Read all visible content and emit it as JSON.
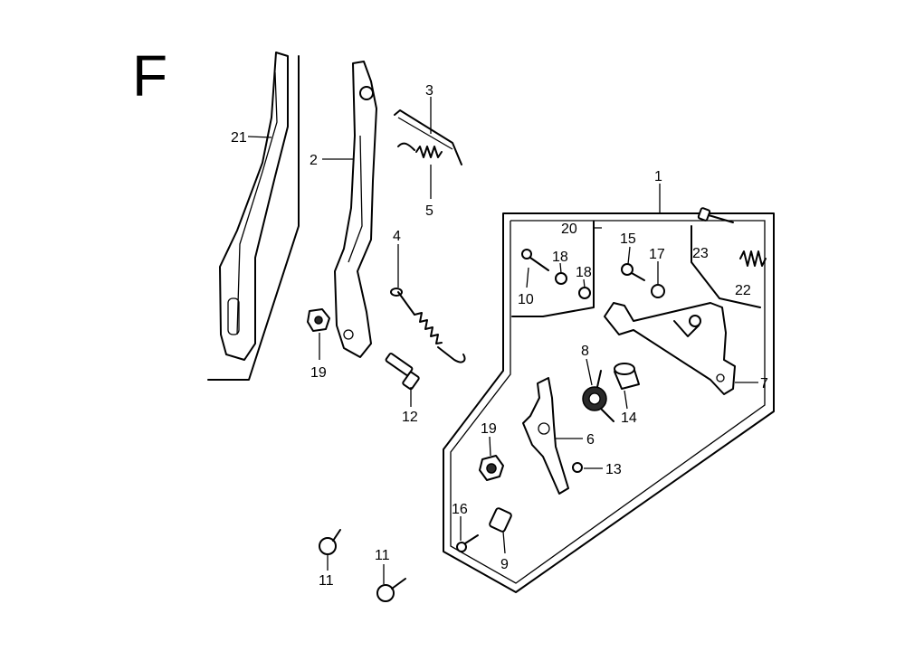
{
  "section_letter": "F",
  "callouts": [
    {
      "id": "c21",
      "text": "21"
    },
    {
      "id": "c2",
      "text": "2"
    },
    {
      "id": "c3",
      "text": "3"
    },
    {
      "id": "c5",
      "text": "5"
    },
    {
      "id": "c4",
      "text": "4"
    },
    {
      "id": "c19a",
      "text": "19"
    },
    {
      "id": "c12",
      "text": "12"
    },
    {
      "id": "c1",
      "text": "1"
    },
    {
      "id": "c20",
      "text": "20"
    },
    {
      "id": "c15",
      "text": "15"
    },
    {
      "id": "c17",
      "text": "17"
    },
    {
      "id": "c23",
      "text": "23"
    },
    {
      "id": "c22",
      "text": "22"
    },
    {
      "id": "c18a",
      "text": "18"
    },
    {
      "id": "c18b",
      "text": "18"
    },
    {
      "id": "c10",
      "text": "10"
    },
    {
      "id": "c8",
      "text": "8"
    },
    {
      "id": "c7",
      "text": "7"
    },
    {
      "id": "c14",
      "text": "14"
    },
    {
      "id": "c6",
      "text": "6"
    },
    {
      "id": "c19b",
      "text": "19"
    },
    {
      "id": "c13",
      "text": "13"
    },
    {
      "id": "c16",
      "text": "16"
    },
    {
      "id": "c9",
      "text": "9"
    },
    {
      "id": "c11a",
      "text": "11"
    },
    {
      "id": "c11b",
      "text": "11"
    }
  ]
}
